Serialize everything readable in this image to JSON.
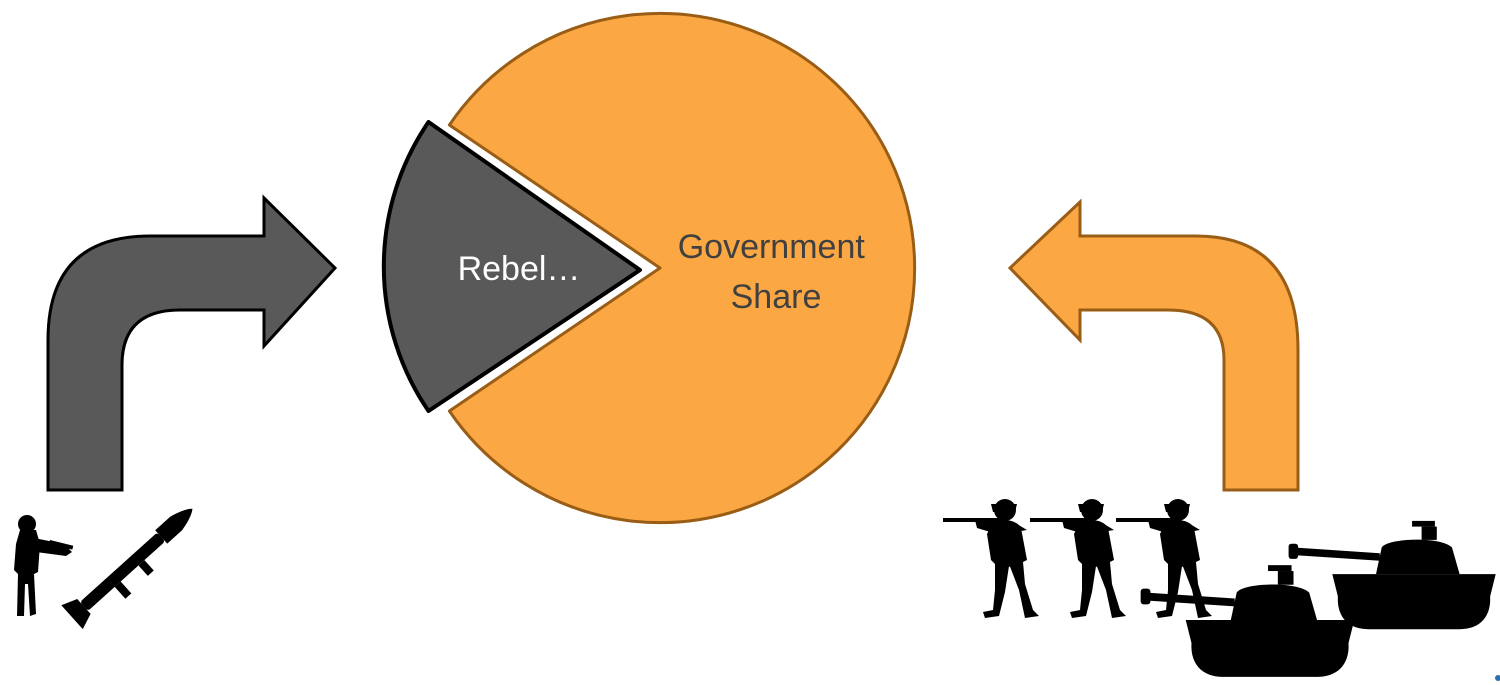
{
  "colors": {
    "background": "#ffffff",
    "government": "#fba844",
    "government_stroke": "#9a5d15",
    "rebel": "#595959",
    "rebel_stroke": "#000000",
    "silhouette": "#000000",
    "label_text": "#404040",
    "rebel_label_text": "#ffffff"
  },
  "diagram": {
    "pie": {
      "slices": [
        {
          "name": "rebel",
          "label": "Rebel…",
          "exploded": true
        },
        {
          "name": "government",
          "label_lines": [
            "Government",
            "Share"
          ],
          "exploded": false
        }
      ]
    },
    "left_group": {
      "arrow": {
        "direction": "up-then-right",
        "color": "#595959"
      },
      "icons": [
        "rebel-soldier-icon",
        "rpg-launcher-icon"
      ]
    },
    "right_group": {
      "arrow": {
        "direction": "up-then-left",
        "color": "#fba844"
      },
      "icons": [
        "soldier-icon",
        "soldier-icon",
        "soldier-icon",
        "tank-icon",
        "tank-icon"
      ]
    }
  }
}
